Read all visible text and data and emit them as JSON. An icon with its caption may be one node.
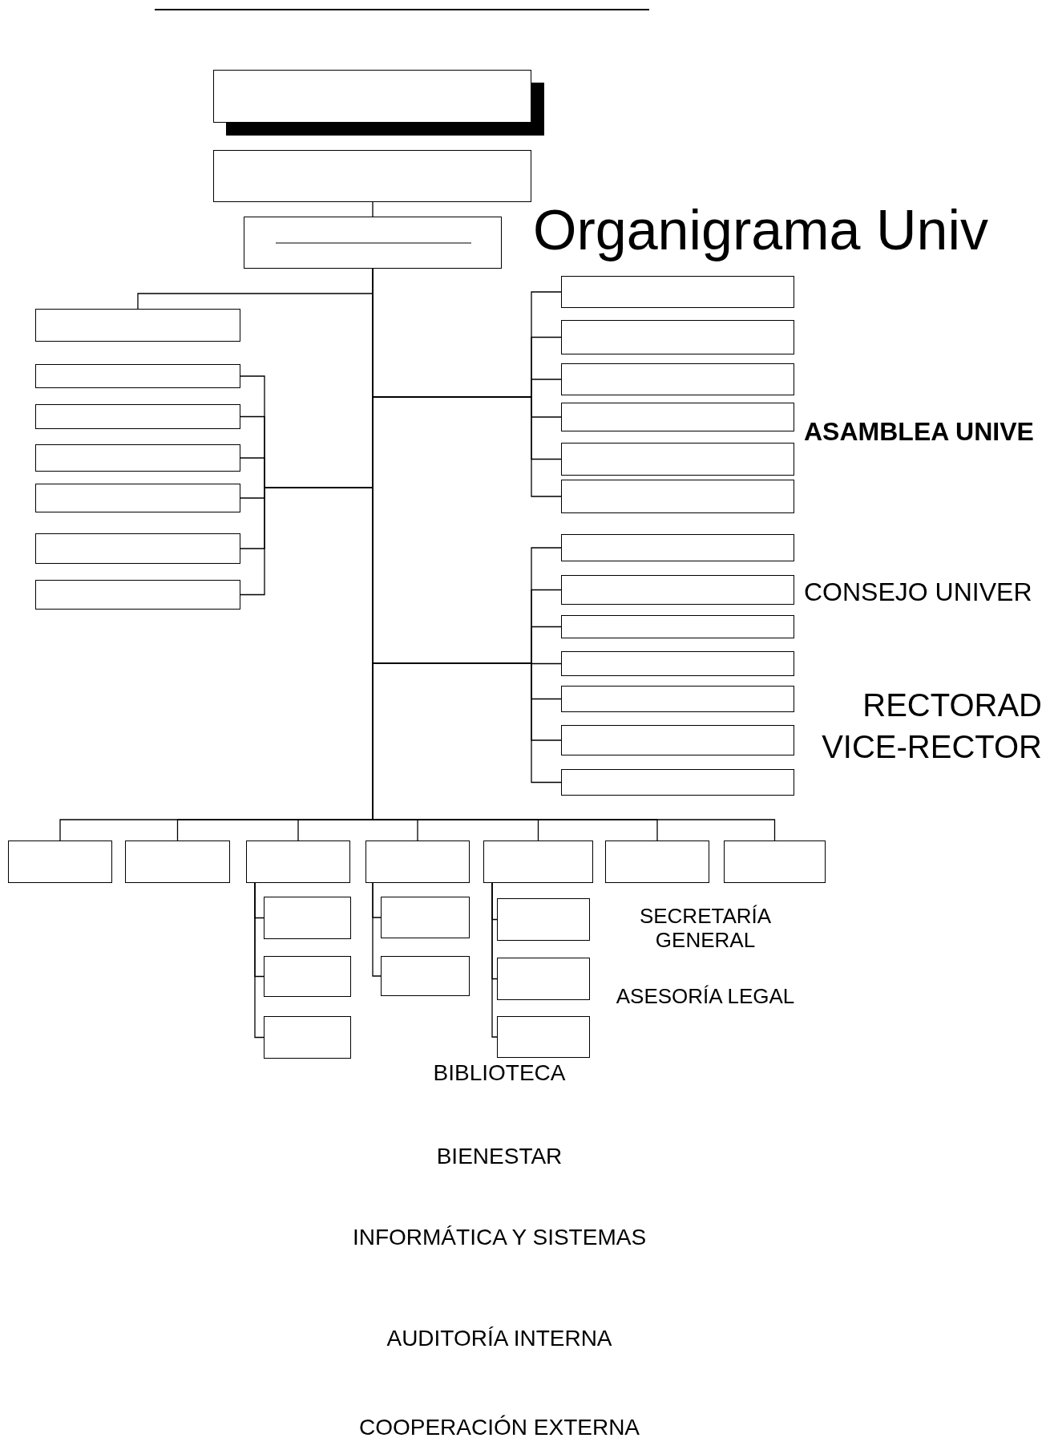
{
  "diagram": {
    "title": "Organigrama Univ",
    "nodes": [
      {
        "text": [],
        "shape": "box"
      },
      {
        "text": [],
        "shape": "box"
      },
      {
        "text": [],
        "shape": "box"
      },
      {
        "text": [],
        "shape": "box"
      },
      {
        "text": [],
        "shape": "box"
      },
      {
        "text": [],
        "shape": "box"
      },
      {
        "text": [],
        "shape": "box"
      },
      {
        "text": [],
        "shape": "box"
      },
      {
        "text": [],
        "shape": "box"
      },
      {
        "text": [],
        "shape": "box"
      },
      {
        "text": [],
        "shape": "box"
      },
      {
        "text": [],
        "shape": "box"
      },
      {
        "text": [],
        "shape": "box"
      },
      {
        "text": [],
        "shape": "box"
      },
      {
        "text": [],
        "shape": "box"
      },
      {
        "text": [],
        "shape": "box"
      },
      {
        "text": [],
        "shape": "box"
      },
      {
        "text": [],
        "shape": "box"
      },
      {
        "text": [],
        "shape": "box"
      },
      {
        "text": [],
        "shape": "box"
      },
      {
        "text": [],
        "shape": "box"
      },
      {
        "text": [],
        "shape": "box"
      },
      {
        "text": [],
        "shape": "box"
      },
      {
        "text": [],
        "shape": "box"
      },
      {
        "text": [],
        "shape": "box"
      },
      {
        "text": [],
        "shape": "box"
      },
      {
        "text": [],
        "shape": "box"
      },
      {
        "text": [],
        "shape": "box"
      },
      {
        "text": [],
        "shape": "box"
      },
      {
        "text": [],
        "shape": "box"
      },
      {
        "text": [],
        "shape": "box"
      },
      {
        "text": [],
        "shape": "box"
      },
      {
        "text": [],
        "shape": "box"
      },
      {
        "text": [],
        "shape": "box"
      },
      {
        "text": [],
        "shape": "box"
      },
      {
        "text": [],
        "shape": "box"
      },
      {
        "text": [],
        "shape": "box"
      },
      {
        "text": [],
        "shape": "box"
      }
    ],
    "edges": [
      {
        "from": 1,
        "to": 2,
        "arrow": "none"
      },
      {
        "from": 2,
        "to": 3,
        "arrow": "none"
      },
      {
        "from": 2,
        "to": 4,
        "arrow": "none"
      },
      {
        "from": 2,
        "to": 5,
        "arrow": "none"
      },
      {
        "from": 2,
        "to": 6,
        "arrow": "none"
      },
      {
        "from": 2,
        "to": 7,
        "arrow": "none"
      },
      {
        "from": 2,
        "to": 8,
        "arrow": "none"
      },
      {
        "from": 2,
        "to": 9,
        "arrow": "none"
      },
      {
        "from": 2,
        "to": 10,
        "arrow": "none"
      },
      {
        "from": 2,
        "to": 11,
        "arrow": "none"
      },
      {
        "from": 2,
        "to": 12,
        "arrow": "none"
      },
      {
        "from": 2,
        "to": 13,
        "arrow": "none"
      },
      {
        "from": 2,
        "to": 14,
        "arrow": "none"
      },
      {
        "from": 2,
        "to": 15,
        "arrow": "none"
      },
      {
        "from": 2,
        "to": 16,
        "arrow": "none"
      },
      {
        "from": 2,
        "to": 17,
        "arrow": "none"
      },
      {
        "from": 2,
        "to": 18,
        "arrow": "none"
      },
      {
        "from": 2,
        "to": 19,
        "arrow": "none"
      },
      {
        "from": 2,
        "to": 20,
        "arrow": "none"
      },
      {
        "from": 2,
        "to": 21,
        "arrow": "none"
      },
      {
        "from": 2,
        "to": 22,
        "arrow": "none"
      },
      {
        "from": 2,
        "to": 23,
        "arrow": "none"
      },
      {
        "from": 2,
        "to": 24,
        "arrow": "none"
      },
      {
        "from": 2,
        "to": 25,
        "arrow": "none"
      },
      {
        "from": 2,
        "to": 26,
        "arrow": "none"
      },
      {
        "from": 2,
        "to": 27,
        "arrow": "none"
      },
      {
        "from": 2,
        "to": 28,
        "arrow": "none"
      },
      {
        "from": 2,
        "to": 29,
        "arrow": "none"
      },
      {
        "from": 25,
        "to": 30,
        "arrow": "none"
      },
      {
        "from": 25,
        "to": 31,
        "arrow": "none"
      },
      {
        "from": 25,
        "to": 32,
        "arrow": "none"
      },
      {
        "from": 26,
        "to": 33,
        "arrow": "none"
      },
      {
        "from": 26,
        "to": 34,
        "arrow": "none"
      },
      {
        "from": 27,
        "to": 35,
        "arrow": "none"
      },
      {
        "from": 27,
        "to": 36,
        "arrow": "none"
      },
      {
        "from": 27,
        "to": 37,
        "arrow": "none"
      }
    ],
    "labels": [
      "ASAMBLEA UNIVE",
      "CONSEJO UNIVER",
      "RECTORAD",
      "VICE-RECTOR",
      "SECRETARÍA GENERAL",
      "ASESORÍA LEGAL",
      "BIBLIOTECA",
      "BIENESTAR",
      "INFORMÁTICA Y SISTEMAS",
      "AUDITORÍA INTERNA",
      "COOPERACIÓN EXTERNA"
    ]
  }
}
